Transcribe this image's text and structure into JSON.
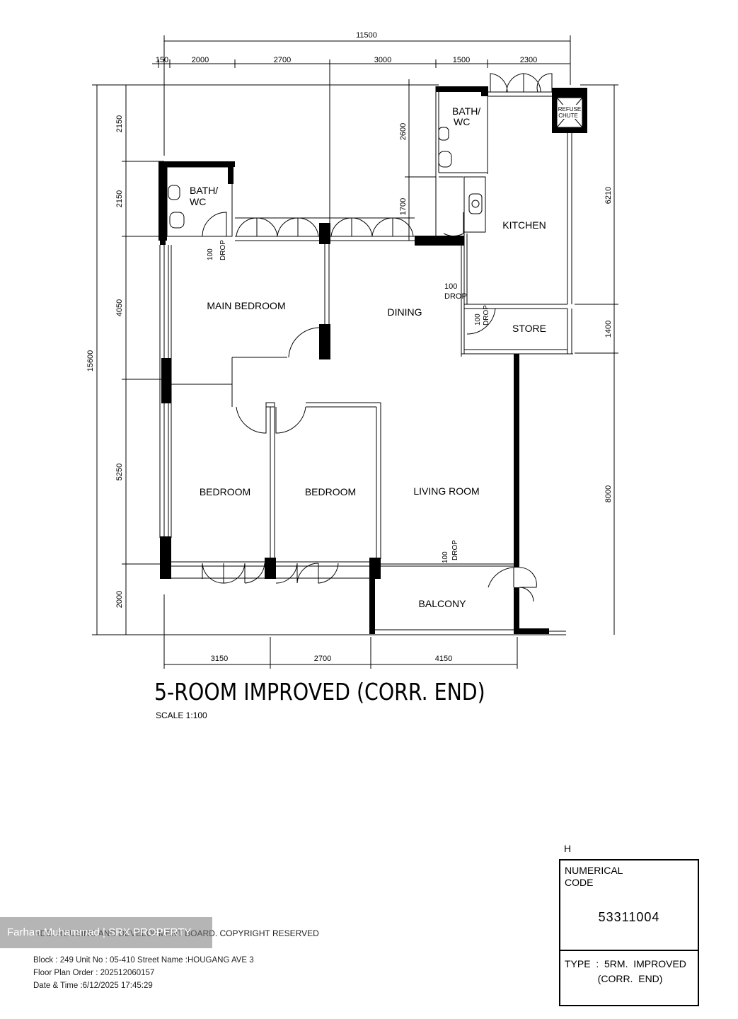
{
  "dimensions": {
    "top_total": "11500",
    "top": [
      "150",
      "2000",
      "2700",
      "3000",
      "1500",
      "2300"
    ],
    "left_total": "15600",
    "left": [
      "2150",
      "2150",
      "4050",
      "5250",
      "2000"
    ],
    "inner_bath": [
      "2600",
      "1700"
    ],
    "right": [
      "6210",
      "1400",
      "8000"
    ],
    "bottom": [
      "3150",
      "2700",
      "4150"
    ]
  },
  "rooms": {
    "bath_left": "BATH/ WC",
    "bath_right": "BATH/ WC",
    "refuse": "REFUSE CHUTE",
    "kitchen": "KITCHEN",
    "main_bedroom": "MAIN BEDROOM",
    "dining": "DINING",
    "store": "STORE",
    "bedroom_1": "BEDROOM",
    "bedroom_2": "BEDROOM",
    "living": "LIVING ROOM",
    "balcony": "BALCONY"
  },
  "drop": "100 DROP",
  "title": "5-ROOM IMPROVED (CORR. END)",
  "scale": "SCALE   1:100",
  "sheet_mark": "H",
  "code_box": {
    "label": "NUMERICAL CODE",
    "value": "53311004",
    "type": "TYPE  :  5RM.  IMPROVED\n            (CORR.  END)"
  },
  "watermark": "Farhan Muhammad | SRX PROPERTY",
  "copyright": "HDB.  HOUSING AND DEVELOPMENT BOARD. COPYRIGHT RESERVED",
  "info": {
    "block_line": "Block : 249    Unit No : 05-410       Street Name :HOUGANG AVE 3",
    "order_line": "Floor Plan Order : 202512060157",
    "date_line": "Date & Time :6/12/2025  17:45:29"
  }
}
